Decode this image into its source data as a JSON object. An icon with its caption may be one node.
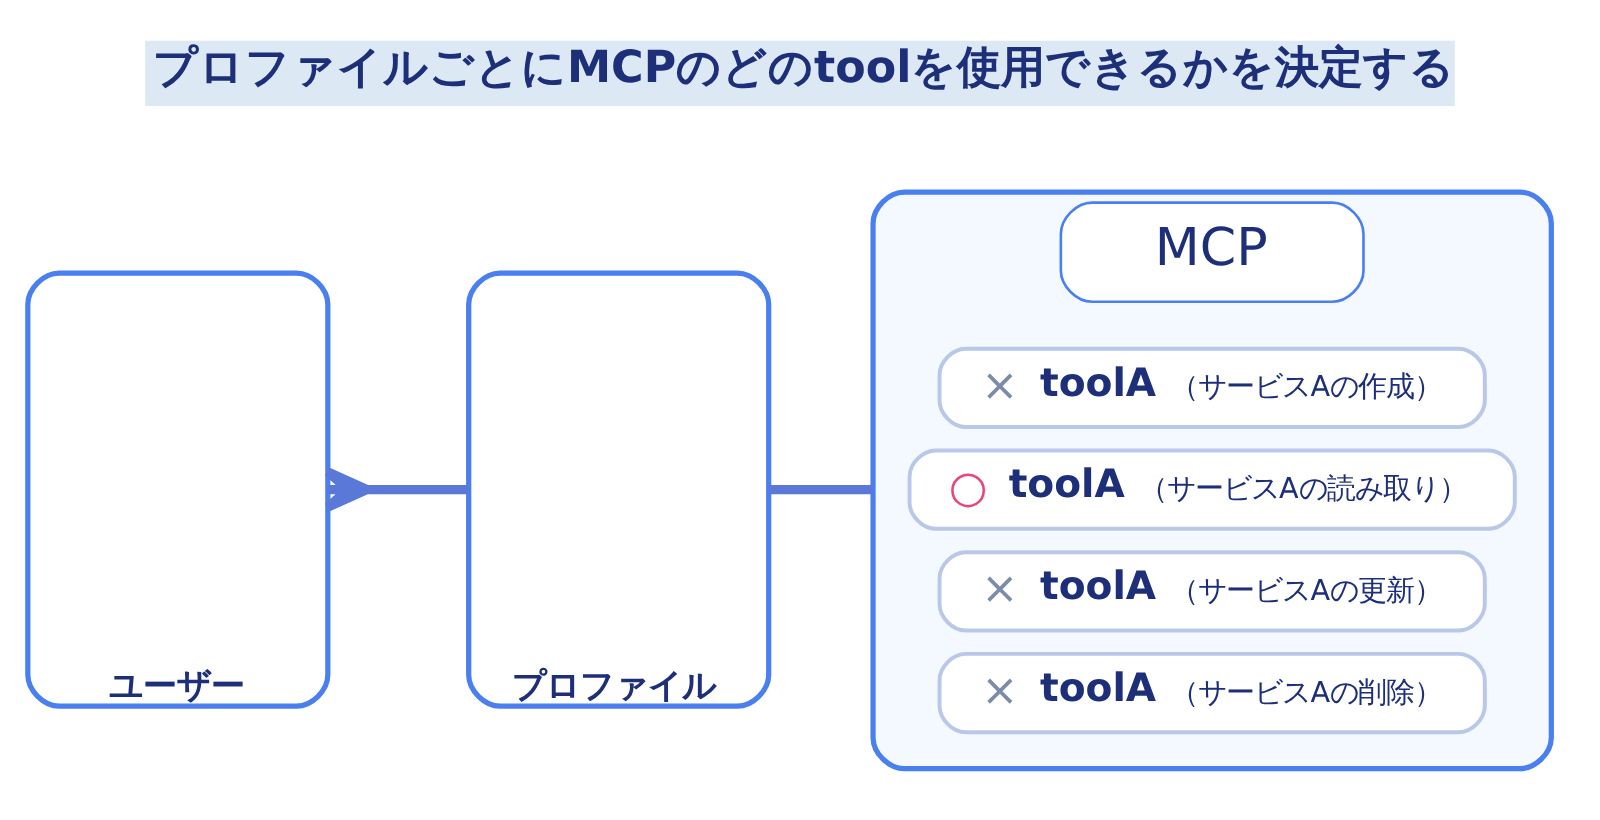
{
  "diagram": {
    "title": "プロファイルごとにMCPのどのtoolを使用できるかを決定する",
    "nodes": [
      {
        "text": [
          "ユーザー"
        ]
      },
      {
        "text": [
          "プロファイル"
        ]
      },
      {
        "text": [
          "MCP"
        ]
      },
      {
        "text": [
          "×",
          "toolA",
          "（サービスAの作成）"
        ],
        "in": 2
      },
      {
        "text": [
          "○",
          "toolA",
          "（サービスAの読み取り）"
        ],
        "in": 2
      },
      {
        "text": [
          "×",
          "toolA",
          "（サービスAの更新）"
        ],
        "in": 2
      },
      {
        "text": [
          "×",
          "toolA",
          "（サービスAの削除）"
        ],
        "in": 2
      }
    ],
    "edges": [
      {
        "from": 0,
        "to": 1,
        "arrow": "other"
      },
      {
        "from": 1,
        "to": 2,
        "arrow": "none"
      }
    ]
  }
}
